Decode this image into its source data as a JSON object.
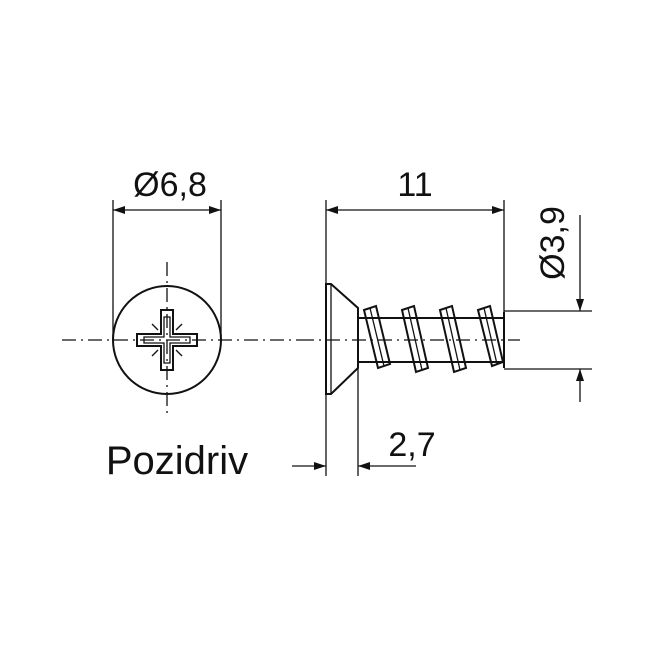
{
  "labels": {
    "head_diameter": "Ø6,8",
    "length": "11",
    "thread_diameter": "Ø3,9",
    "head_height": "2,7",
    "drive_type": "Pozidriv"
  },
  "colors": {
    "ink": "#111111",
    "background": "#ffffff"
  }
}
